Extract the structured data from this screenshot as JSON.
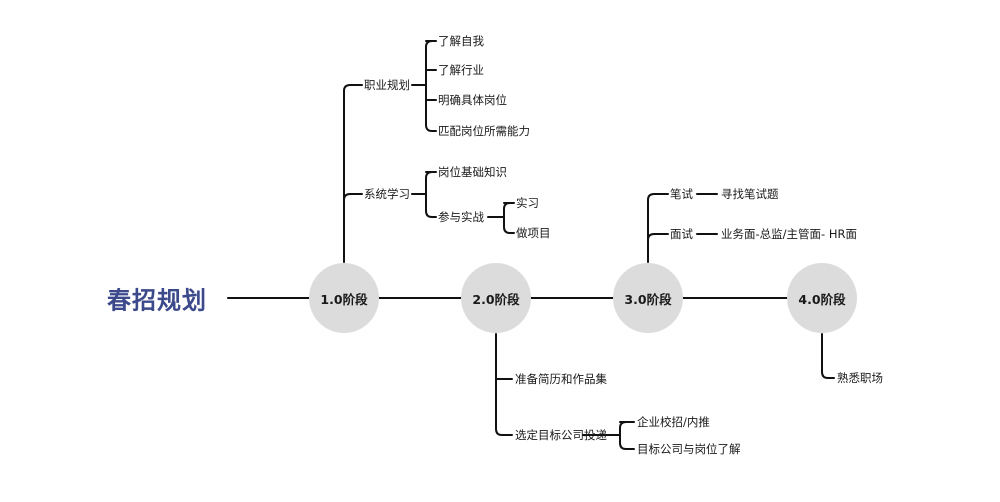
{
  "title": "春招规划",
  "stages": [
    {
      "label": "1.0阶段"
    },
    {
      "label": "2.0阶段"
    },
    {
      "label": "3.0阶段"
    },
    {
      "label": "4.0阶段"
    }
  ],
  "stage1": {
    "career": {
      "label": "职业规划",
      "items": [
        "了解自我",
        "了解行业",
        "明确具体岗位",
        "匹配岗位所需能力"
      ]
    },
    "study": {
      "label": "系统学习",
      "items": [
        "岗位基础知识",
        "参与实战"
      ],
      "practice_items": [
        "实习",
        "做项目"
      ]
    }
  },
  "stage2": {
    "items": [
      "准备简历和作品集",
      "选定目标公司投递"
    ],
    "target_items": [
      "企业校招/内推",
      "目标公司与岗位了解"
    ]
  },
  "stage3": {
    "written": {
      "label": "笔试",
      "detail": "寻找笔试题"
    },
    "interview": {
      "label": "面试",
      "detail": "业务面-总监/主管面- HR面"
    }
  },
  "stage4": {
    "items": [
      "熟悉职场"
    ]
  },
  "colors": {
    "title": "#3c4a8c",
    "node": "#dcdcdc",
    "line": "#111111"
  }
}
